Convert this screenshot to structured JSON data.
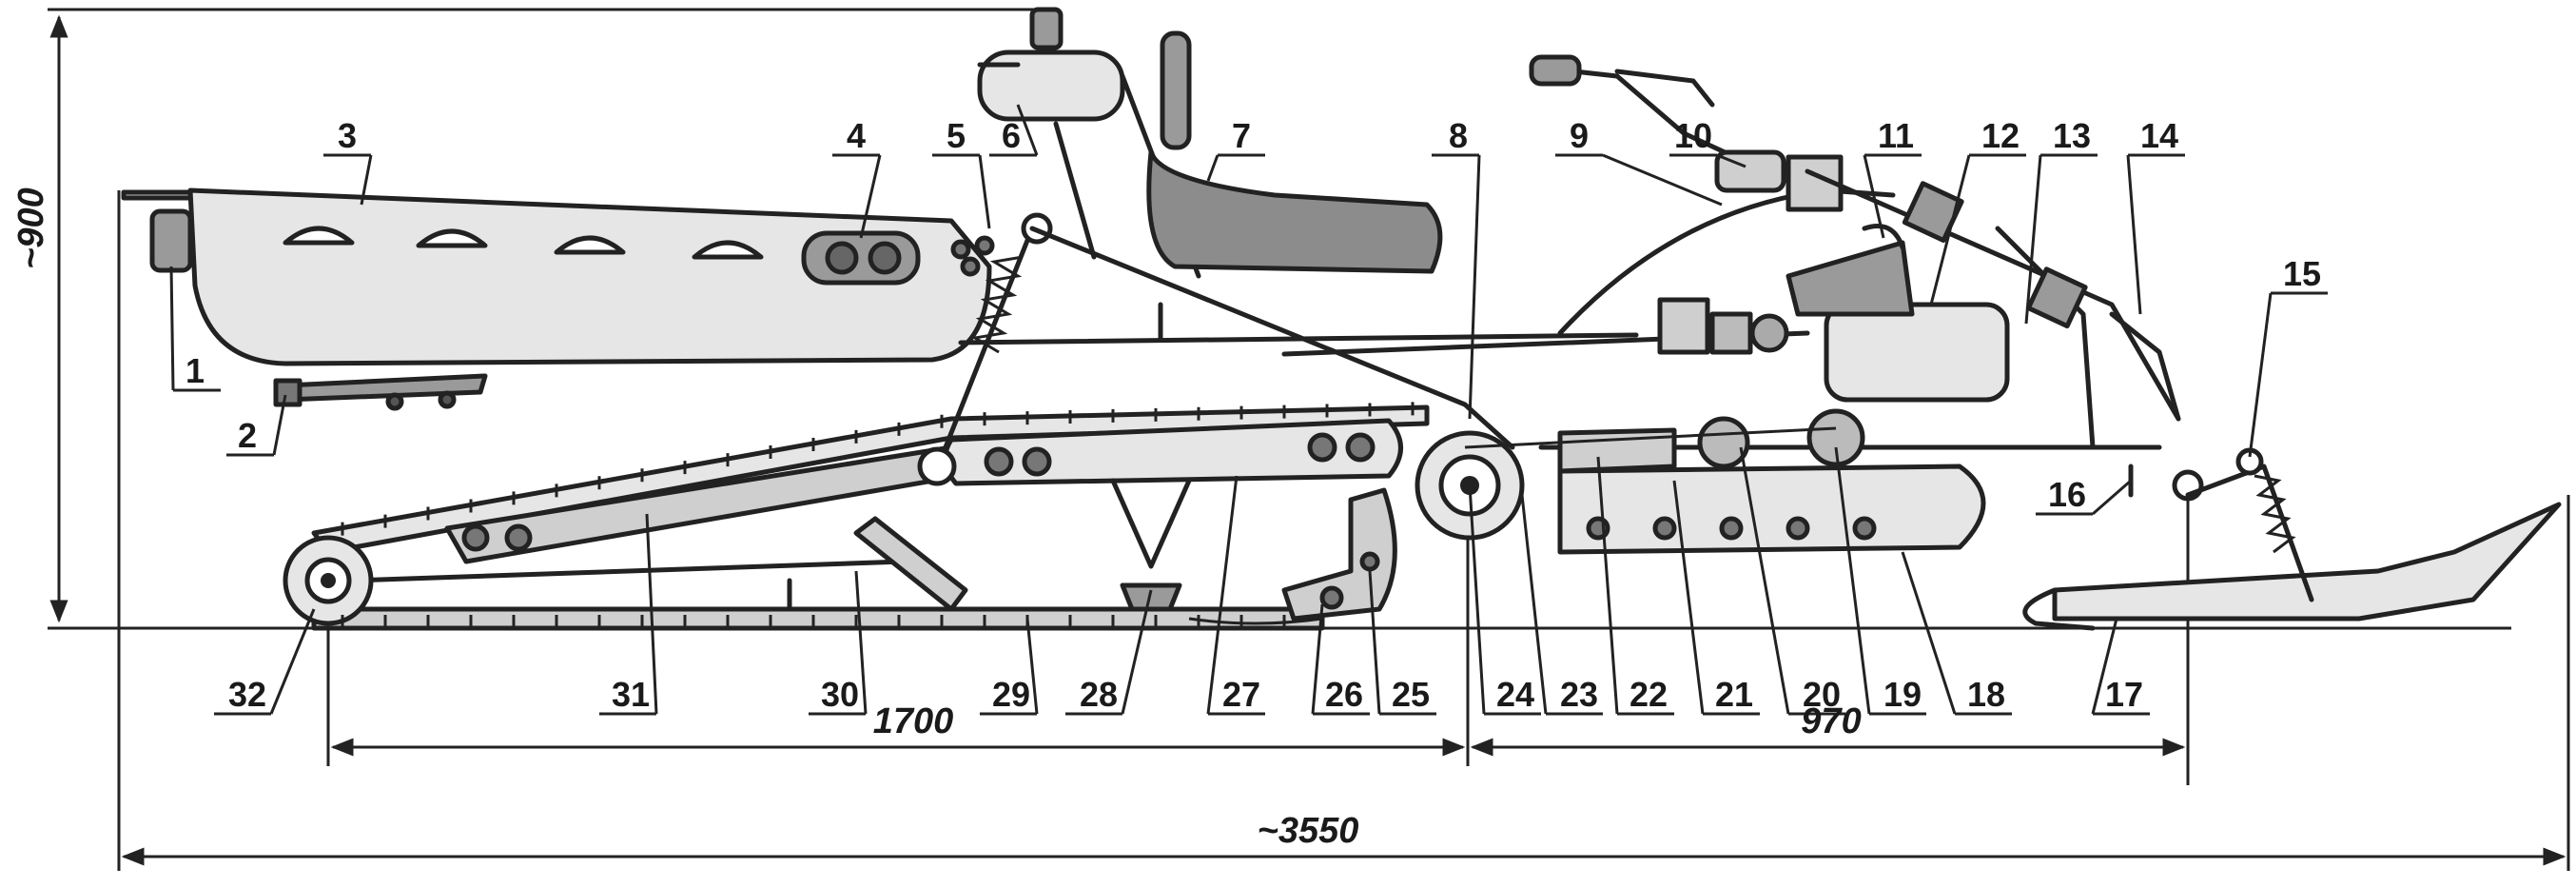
{
  "labels": [
    "1",
    "2",
    "3",
    "4",
    "5",
    "6",
    "7",
    "8",
    "9",
    "10",
    "11",
    "12",
    "13",
    "14",
    "15",
    "16",
    "17",
    "18",
    "19",
    "20",
    "21",
    "22",
    "23",
    "24",
    "25",
    "26",
    "27",
    "28",
    "29",
    "30",
    "31",
    "32"
  ],
  "dimensions": {
    "height": "~900",
    "track_length": "1700",
    "ski_base": "970",
    "overall_length": "~3550"
  }
}
